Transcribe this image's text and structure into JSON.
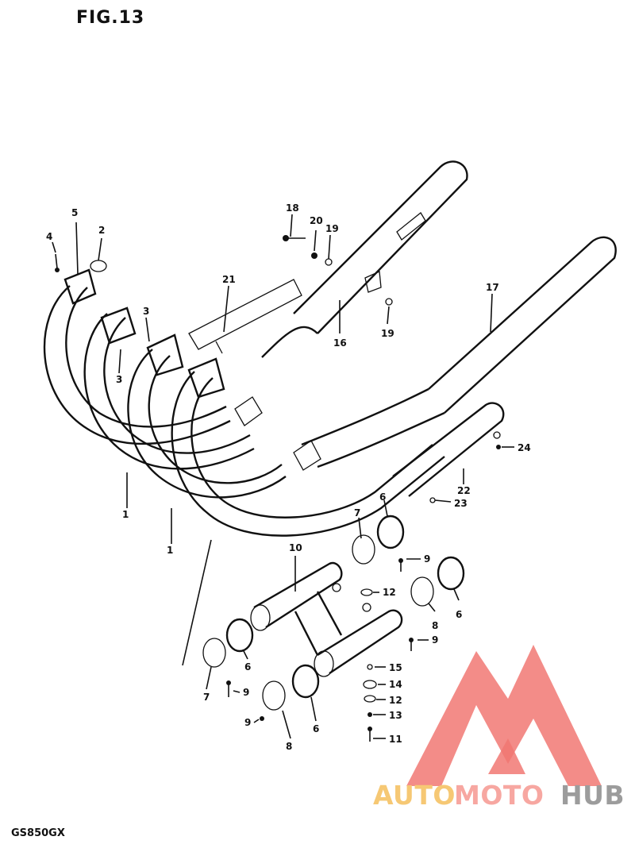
{
  "figure": {
    "title": "FIG.13",
    "model": "GS850GX"
  },
  "callouts": [
    {
      "id": "c4a",
      "text": "4"
    },
    {
      "id": "c5",
      "text": "5"
    },
    {
      "id": "c2",
      "text": "2"
    },
    {
      "id": "c3a",
      "text": "3"
    },
    {
      "id": "c3b",
      "text": "3"
    },
    {
      "id": "c21",
      "text": "21"
    },
    {
      "id": "c18",
      "text": "18"
    },
    {
      "id": "c20",
      "text": "20"
    },
    {
      "id": "c19a",
      "text": "19"
    },
    {
      "id": "c19b",
      "text": "19"
    },
    {
      "id": "c16",
      "text": "16"
    },
    {
      "id": "c17",
      "text": "17"
    },
    {
      "id": "c1a",
      "text": "1"
    },
    {
      "id": "c1b",
      "text": "1"
    },
    {
      "id": "c24",
      "text": "24"
    },
    {
      "id": "c22",
      "text": "22"
    },
    {
      "id": "c23",
      "text": "23"
    },
    {
      "id": "c10",
      "text": "10"
    },
    {
      "id": "c7a",
      "text": "7"
    },
    {
      "id": "c6a",
      "text": "6"
    },
    {
      "id": "c9a",
      "text": "9"
    },
    {
      "id": "c12a",
      "text": "12"
    },
    {
      "id": "c8a",
      "text": "8"
    },
    {
      "id": "c6b",
      "text": "6"
    },
    {
      "id": "c9b",
      "text": "9"
    },
    {
      "id": "c6c",
      "text": "6"
    },
    {
      "id": "c7b",
      "text": "7"
    },
    {
      "id": "c9c",
      "text": "9"
    },
    {
      "id": "c15",
      "text": "15"
    },
    {
      "id": "c14",
      "text": "14"
    },
    {
      "id": "c12b",
      "text": "12"
    },
    {
      "id": "c13",
      "text": "13"
    },
    {
      "id": "c11",
      "text": "11"
    },
    {
      "id": "c9d",
      "text": "9"
    },
    {
      "id": "c8b",
      "text": "8"
    },
    {
      "id": "c6d",
      "text": "6"
    }
  ],
  "watermark": {
    "segments": [
      "AUTO",
      "MOTO",
      "HUB"
    ],
    "colors": {
      "auto": "#f6c874",
      "moto": "#f7a7a1",
      "hub": "#9c9c9c",
      "logo": "#f06a64"
    }
  }
}
